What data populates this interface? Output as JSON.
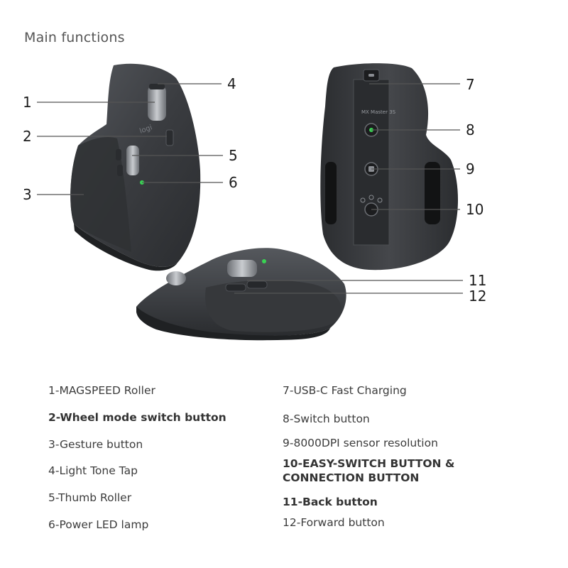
{
  "title": "Main functions",
  "callouts": [
    {
      "id": "1",
      "label": "1"
    },
    {
      "id": "2",
      "label": "2"
    },
    {
      "id": "3",
      "label": "3"
    },
    {
      "id": "4",
      "label": "4"
    },
    {
      "id": "5",
      "label": "5"
    },
    {
      "id": "6",
      "label": "6"
    },
    {
      "id": "7",
      "label": "7"
    },
    {
      "id": "8",
      "label": "8"
    },
    {
      "id": "9",
      "label": "9"
    },
    {
      "id": "10",
      "label": "10"
    },
    {
      "id": "11",
      "label": "11"
    },
    {
      "id": "12",
      "label": "12"
    }
  ],
  "bottom_text": {
    "model": "MX Master 3S",
    "logo": "logi"
  },
  "legend": {
    "left": [
      "1-MAGSPEED Roller",
      "2-Wheel mode switch button",
      "3-Gesture button",
      "4-Light Tone Tap",
      "5-Thumb Roller",
      "6-Power LED lamp"
    ],
    "right": [
      "7-USB-C Fast Charging",
      "8-Switch button",
      "9-8000DPI sensor resolution",
      "10-EASY-SWITCH BUTTON & CONNECTION BUTTON",
      "11-Back button",
      "12-Forward button"
    ]
  },
  "colors": {
    "mouse_body": "#3a3c40",
    "mouse_dark": "#26282b",
    "mouse_light": "#5a5d62",
    "led_green": "#39d353",
    "line": "#555555"
  }
}
